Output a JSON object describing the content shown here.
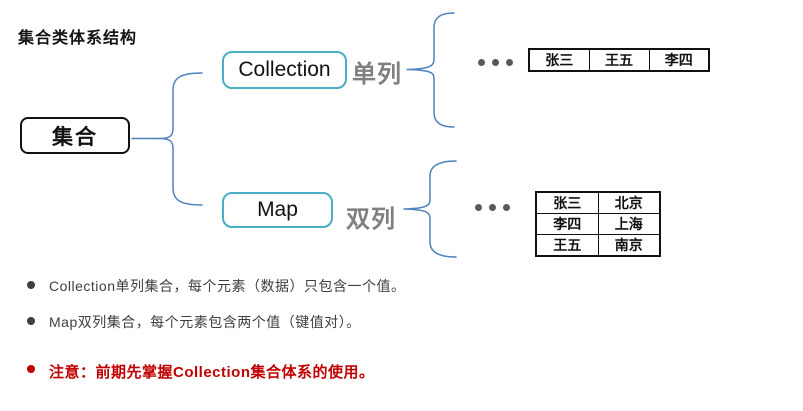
{
  "title": "集合类体系结构",
  "diagram": {
    "root_label": "集合",
    "branches": [
      {
        "label": "Collection",
        "type_label": "单列",
        "table": [
          [
            "张三",
            "王五",
            "李四"
          ]
        ]
      },
      {
        "label": "Map",
        "type_label": "双列",
        "table": [
          [
            "张三",
            "北京"
          ],
          [
            "李四",
            "上海"
          ],
          [
            "王五",
            "南京"
          ]
        ]
      }
    ]
  },
  "notes": [
    {
      "text": "Collection单列集合，每个元素（数据）只包含一个值。",
      "style": "normal"
    },
    {
      "text": "Map双列集合，每个元素包含两个值（键值对）。",
      "style": "normal"
    },
    {
      "text": "注意：前期先掌握Collection集合体系的使用。",
      "style": "warning"
    }
  ],
  "colors": {
    "accent_teal": "#4BACC6",
    "brace_blue": "#4F81BD",
    "warning_red": "#C00000",
    "muted_gray": "#7F7F7F",
    "dot_gray": "#595959"
  }
}
